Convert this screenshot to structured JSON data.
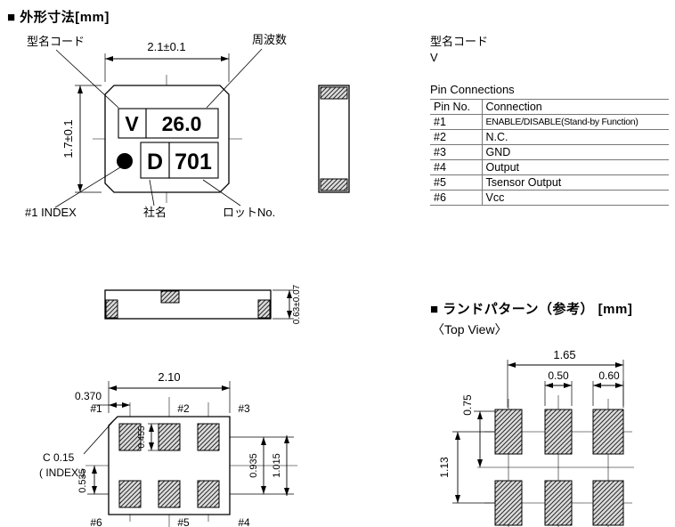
{
  "colors": {
    "line": "#000000",
    "background": "#ffffff"
  },
  "header": {
    "title": "■ 外形寸法[mm]"
  },
  "outline": {
    "labels": {
      "model_code": "型名コード",
      "frequency": "周波数",
      "index": "#1 INDEX",
      "company": "社名",
      "lot": "ロットNo."
    },
    "marking": {
      "code": "V",
      "freq": "26.0",
      "line2_code": "D",
      "line2_lot": "701"
    },
    "dims": {
      "width": "2.1±0.1",
      "height": "1.7±0.1",
      "thickness": "0.63±0.07"
    }
  },
  "bottom_view": {
    "dims": {
      "width": "2.10",
      "pad_edge_offset": "0.370",
      "chamfer": "C  0.15",
      "index_note": "( INDEX )",
      "pad_dim": "0.455",
      "row_pitch": "0.935",
      "outer_dim": "1.015",
      "bottom_offset": "0.535"
    },
    "pins": {
      "p1": "#1",
      "p2": "#2",
      "p3": "#3",
      "p4": "#4",
      "p5": "#5",
      "p6": "#6"
    }
  },
  "model_code": {
    "title": "型名コード",
    "value": "V"
  },
  "pin_table": {
    "title": "Pin Connections",
    "headers": [
      "Pin No.",
      "Connection"
    ],
    "rows": [
      [
        "#1",
        "ENABLE/DISABLE(Stand-by Function)"
      ],
      [
        "#2",
        "N.C."
      ],
      [
        "#3",
        "GND"
      ],
      [
        "#4",
        "Output"
      ],
      [
        "#5",
        "Tsensor Output"
      ],
      [
        "#6",
        "Vcc"
      ]
    ]
  },
  "land_pattern": {
    "title": "■ ランドパターン（参考） [mm]",
    "subtitle": "〈Top View〉",
    "dims": {
      "outer_width": "1.65",
      "center_pad_width": "0.50",
      "side_pad_width": "0.60",
      "top_height": "0.75",
      "total_height": "1.13"
    }
  }
}
